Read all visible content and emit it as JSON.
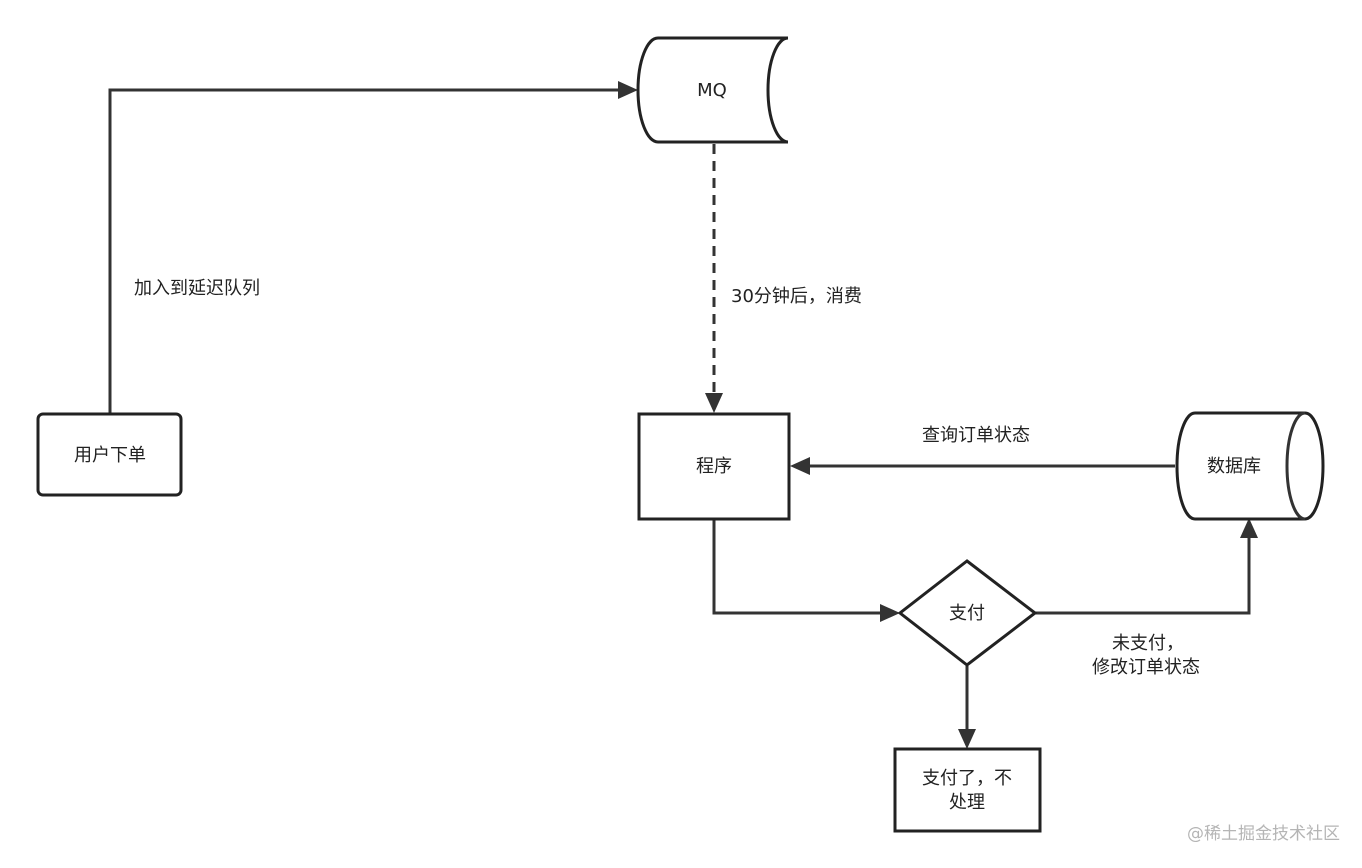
{
  "nodes": {
    "user_order": {
      "label": "用户下单"
    },
    "mq": {
      "label": "MQ"
    },
    "program": {
      "label": "程序"
    },
    "database": {
      "label": "数据库"
    },
    "pay_decision": {
      "label": "支付"
    },
    "paid_result": {
      "line1": "支付了，不",
      "line2": "处理"
    }
  },
  "edges": {
    "enqueue": {
      "label": "加入到延迟队列"
    },
    "consume": {
      "label": "30分钟后，消费"
    },
    "query_status": {
      "label": "查询订单状态"
    },
    "unpaid_update": {
      "line1": "未支付，",
      "line2": "修改订单状态"
    }
  },
  "watermark": {
    "text": "@稀土掘金技术社区"
  },
  "colors": {
    "stroke": "#222222",
    "background": "#ffffff",
    "watermark": "#b5b5b5"
  }
}
